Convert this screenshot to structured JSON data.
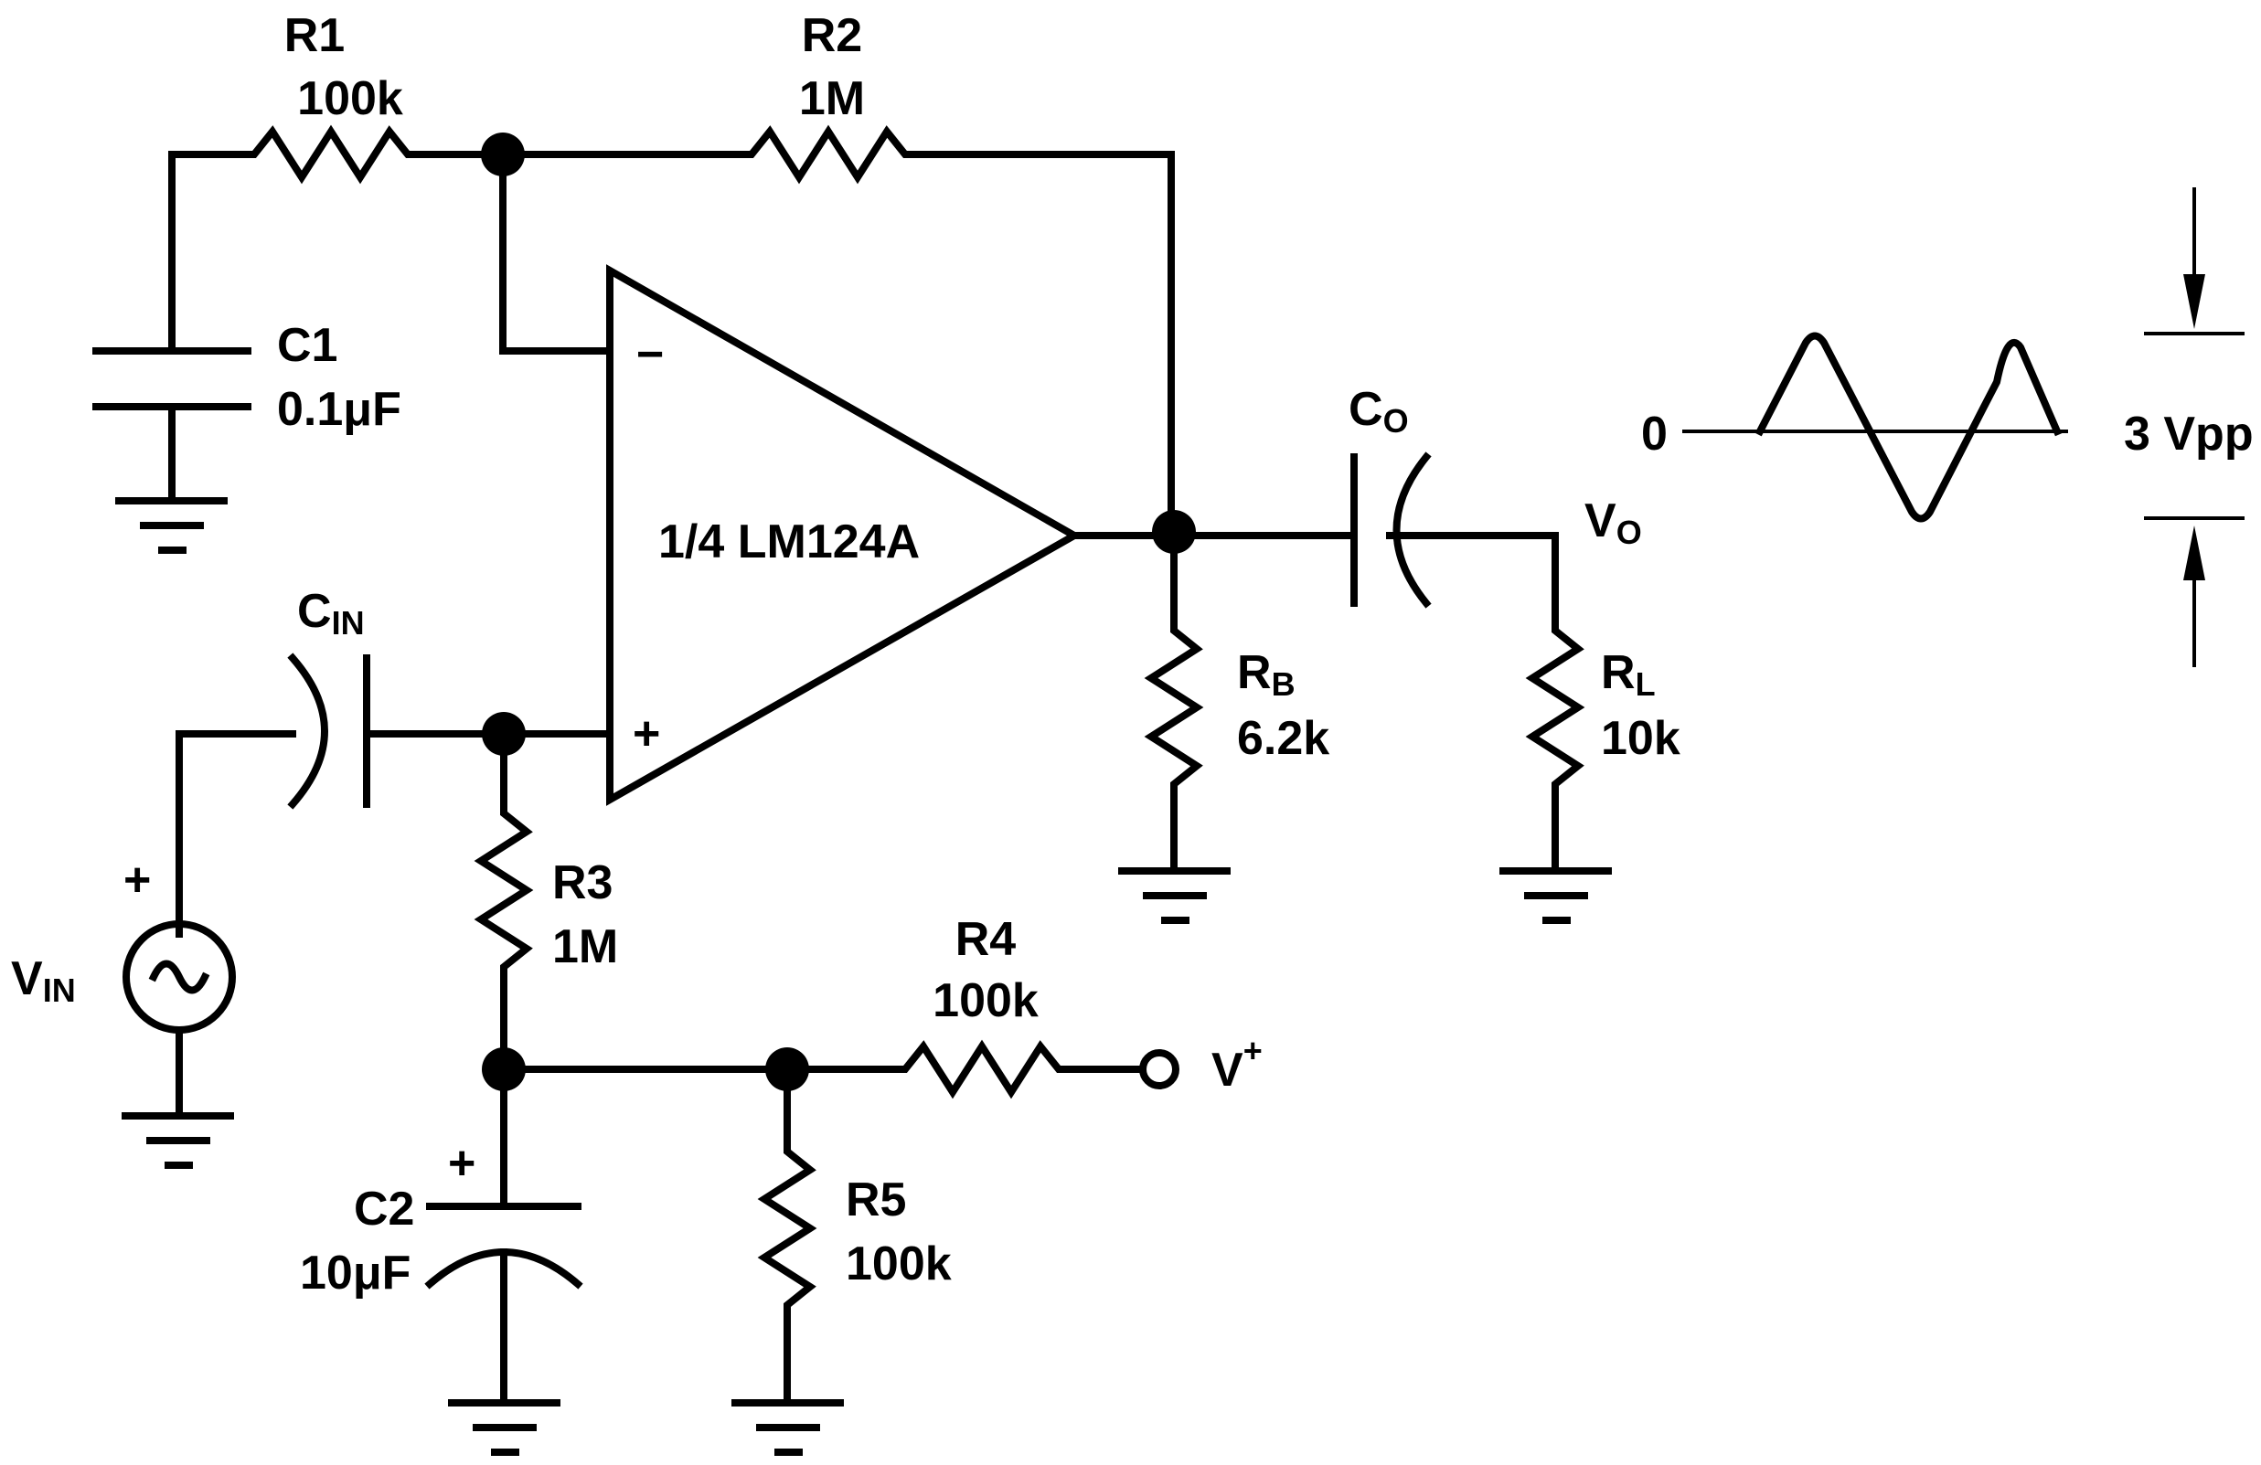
{
  "components": {
    "r1": {
      "name": "R1",
      "value": "100k"
    },
    "r2": {
      "name": "R2",
      "value": "1M"
    },
    "r3": {
      "name": "R3",
      "value": "1M"
    },
    "r4": {
      "name": "R4",
      "value": "100k"
    },
    "r5": {
      "name": "R5",
      "value": "100k"
    },
    "rb": {
      "name": "R",
      "sub": "B",
      "value": "6.2k"
    },
    "rl": {
      "name": "R",
      "sub": "L",
      "value": "10k"
    },
    "c1": {
      "name": "C1",
      "value": "0.1μF"
    },
    "c2": {
      "name": "C2",
      "value": "10μF",
      "polarity": "+"
    },
    "cin": {
      "name": "C",
      "sub": "IN"
    },
    "co": {
      "name": "C",
      "sub": "O"
    },
    "opamp": {
      "label": "1/4 LM124A",
      "inverting": "−",
      "noninverting": "+"
    },
    "vin": {
      "name": "V",
      "sub": "IN",
      "polarity": "+"
    },
    "vo": {
      "name": "V",
      "sub": "O"
    },
    "vplus": {
      "name": "V",
      "sup": "+"
    }
  },
  "waveform": {
    "zero_label": "0",
    "amplitude_label": "3 Vpp"
  }
}
